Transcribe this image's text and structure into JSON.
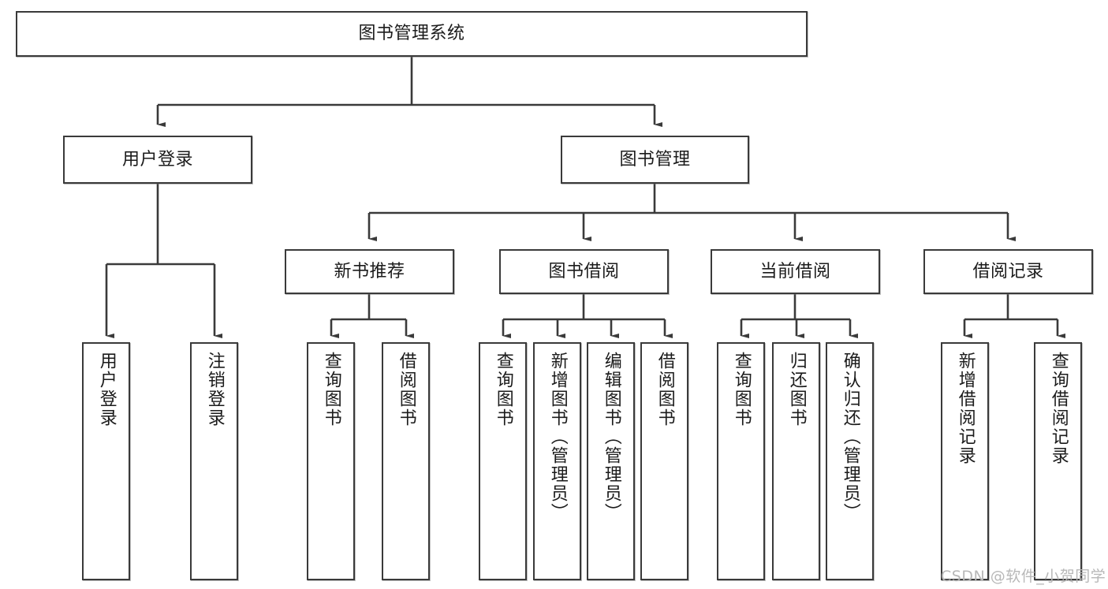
{
  "diagram": {
    "title": "图书管理系统",
    "type": "tree-hierarchy-diagram",
    "background_color": "#ffffff",
    "box_border_color": "#3a3a3a",
    "box_fill_color": "#ffffff",
    "connector_color": "#3a3a3a",
    "text_color": "#1b1b1b"
  },
  "nodes": {
    "root": {
      "label": "图书管理系统",
      "level": 0
    },
    "level1": [
      {
        "id": "user-login",
        "label": "用户登录"
      },
      {
        "id": "book-manage",
        "label": "图书管理"
      }
    ],
    "level2": [
      {
        "id": "new-book-recommend",
        "label": "新书推荐"
      },
      {
        "id": "book-borrow",
        "label": "图书借阅"
      },
      {
        "id": "current-borrow",
        "label": "当前借阅"
      },
      {
        "id": "borrow-record",
        "label": "借阅记录"
      }
    ],
    "leaves": {
      "user_login": [
        {
          "id": "leaf-user-login",
          "label": "用户登录"
        },
        {
          "id": "leaf-logout-login",
          "label": "注销登录"
        }
      ],
      "new_book_recommend": [
        {
          "id": "leaf-query-book-1",
          "label": "查询图书"
        },
        {
          "id": "leaf-borrow-book-1",
          "label": "借阅图书"
        }
      ],
      "book_borrow": [
        {
          "id": "leaf-query-book-2",
          "label": "查询图书"
        },
        {
          "id": "leaf-add-book",
          "label": "新增图书（管理员）"
        },
        {
          "id": "leaf-edit-book",
          "label": "编辑图书（管理员）"
        },
        {
          "id": "leaf-borrow-book-2",
          "label": "借阅图书"
        }
      ],
      "current_borrow": [
        {
          "id": "leaf-query-book-3",
          "label": "查询图书"
        },
        {
          "id": "leaf-return-book",
          "label": "归还图书"
        },
        {
          "id": "leaf-confirm-return",
          "label": "确认归还（管理员）"
        }
      ],
      "borrow_record": [
        {
          "id": "leaf-add-borrow-record",
          "label": "新增借阅记录"
        },
        {
          "id": "leaf-query-borrow-record",
          "label": "查询借阅记录"
        }
      ]
    }
  },
  "watermark": {
    "text": "CSDN @软件_小贺同学"
  }
}
